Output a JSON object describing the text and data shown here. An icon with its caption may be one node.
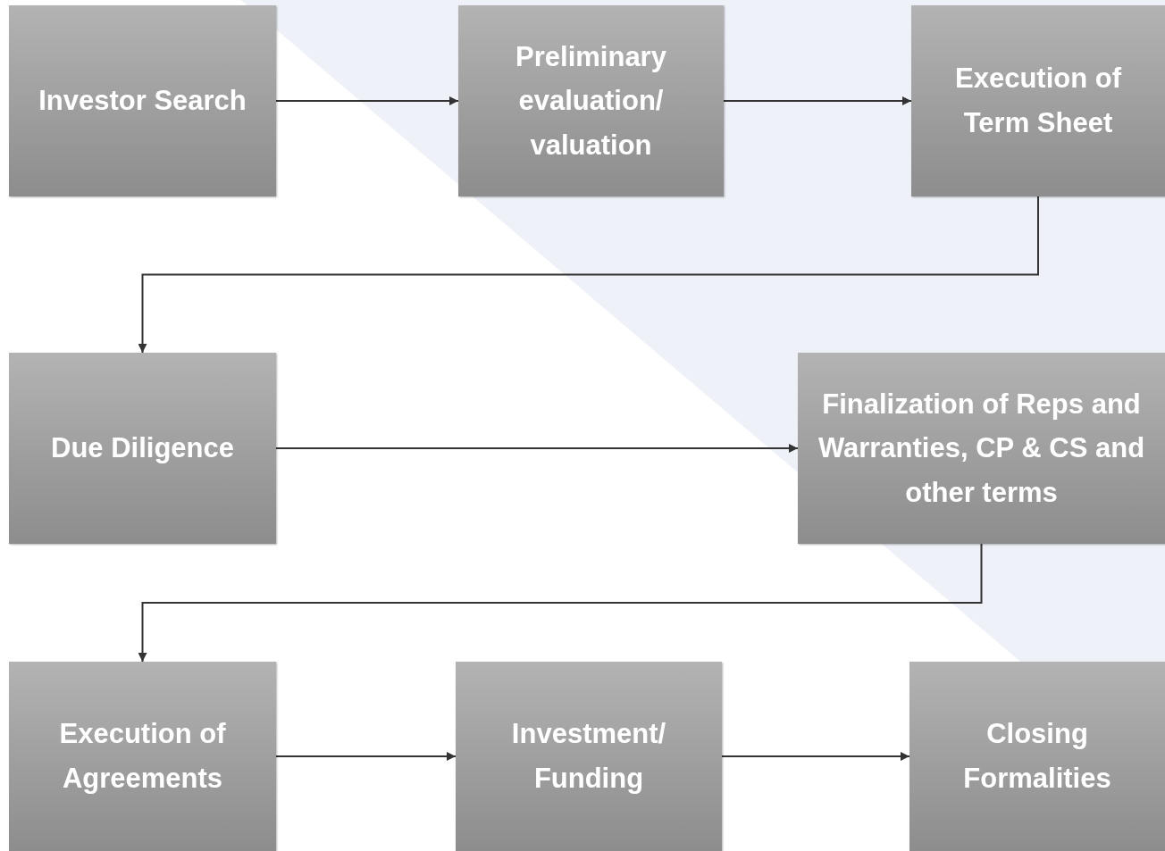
{
  "diagram": {
    "nodes": [
      {
        "text": [
          "Investor Search"
        ]
      },
      {
        "text": [
          "Preliminary evaluation/ valuation"
        ]
      },
      {
        "text": [
          "Execution of Term Sheet"
        ]
      },
      {
        "text": [
          "Due Diligence"
        ]
      },
      {
        "text": [
          "Finalization of Reps and Warranties, CP & CS and other terms"
        ]
      },
      {
        "text": [
          "Execution of Agreements"
        ]
      },
      {
        "text": [
          "Investment/ Funding"
        ]
      },
      {
        "text": [
          "Closing Formalities"
        ]
      }
    ],
    "edges": [
      {
        "from": 0,
        "to": 1,
        "arrow": "to"
      },
      {
        "from": 1,
        "to": 2,
        "arrow": "to"
      },
      {
        "from": 2,
        "to": 3,
        "arrow": "to"
      },
      {
        "from": 3,
        "to": 4,
        "arrow": "to"
      },
      {
        "from": 4,
        "to": 5,
        "arrow": "to"
      },
      {
        "from": 5,
        "to": 6,
        "arrow": "to"
      },
      {
        "from": 6,
        "to": 7,
        "arrow": "to"
      }
    ]
  }
}
